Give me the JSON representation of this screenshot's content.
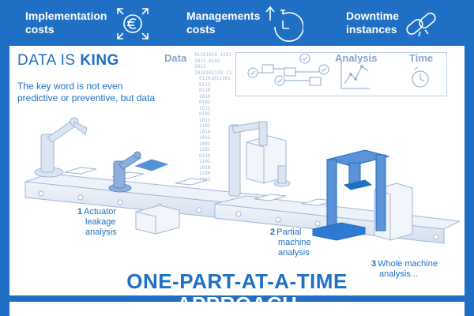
{
  "header": {
    "items": [
      {
        "label_line1": "Implementation",
        "label_line2": "costs",
        "icon": "euro-icon"
      },
      {
        "label_line1": "Managements",
        "label_line2": "costs",
        "icon": "stopwatch-icon"
      },
      {
        "label_line1": "Downtime",
        "label_line2": "instances",
        "icon": "broken-link-icon"
      }
    ]
  },
  "intro": {
    "title_prefix": "DATA IS ",
    "title_strong": "KING",
    "subtitle": "The key word is not even predictive or preventive, but data"
  },
  "diagram": {
    "data_label": "Data",
    "analysis_label": "Analysis",
    "time_label": "Time",
    "binary_lines": [
      "01101010 1101",
      "1011 0101 1011",
      "1010101110 11",
      "01101011101",
      "0111",
      "0110",
      "1010",
      "0101",
      "1011",
      "0101",
      "1011",
      "1101",
      "1010",
      "1011",
      "1001",
      "1101",
      "0110",
      "1101",
      "1010",
      "1100",
      "1101"
    ]
  },
  "steps": [
    {
      "num": "1",
      "line1": "Actuator",
      "line2": "leakage",
      "line3": "analysis"
    },
    {
      "num": "2",
      "line1": "Partial",
      "line2": "machine",
      "line3": "analysis"
    },
    {
      "num": "3",
      "line1": "Whole machine",
      "line2": "analysis..."
    }
  ],
  "footer": {
    "line1": "ONE-PART-AT-A-TIME",
    "line2": "APPROACH"
  },
  "colors": {
    "brand_blue": "#1f6fc5",
    "light_blue": "#b9cde9",
    "pale": "#e8eef7"
  }
}
